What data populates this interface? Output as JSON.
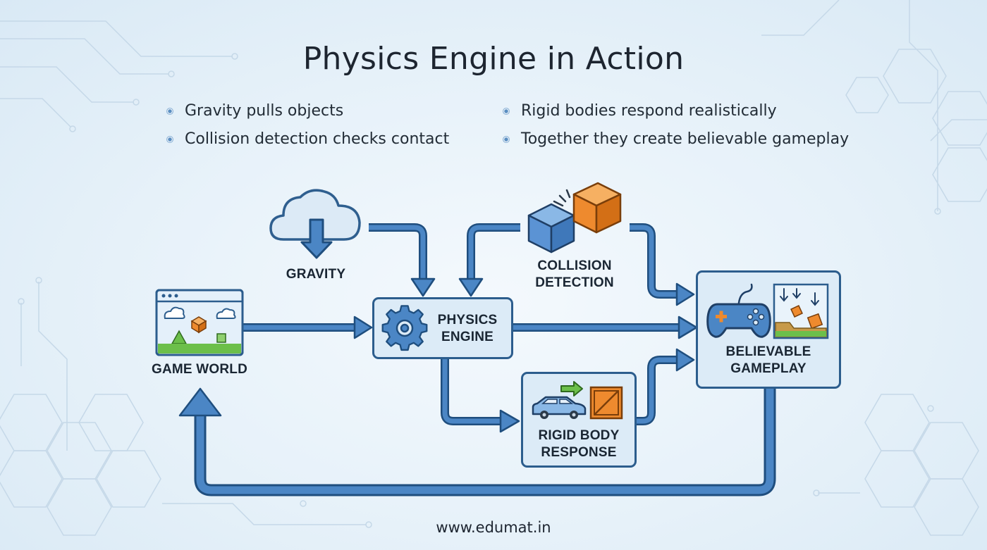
{
  "title": "Physics Engine in Action",
  "bullets": [
    "Gravity pulls objects",
    "Collision detection checks contact",
    "Rigid bodies respond realistically",
    "Together they create believable gameplay"
  ],
  "nodes": {
    "gravity": "GRAVITY",
    "collision_line1": "COLLISION",
    "collision_line2": "DETECTION",
    "game_world": "GAME WORLD",
    "physics_line1": "PHYSICS",
    "physics_line2": "ENGINE",
    "rigid_line1": "RIGID BODY",
    "rigid_line2": "RESPONSE",
    "gameplay_line1": "BELIEVABLE",
    "gameplay_line2": "GAMEPLAY"
  },
  "footer": "www.edumat.in",
  "colors": {
    "arrow": "#4b86c5",
    "arrow_outline": "#1f4e7e",
    "box_border": "#2c5d8d",
    "box_fill": "#dcebf7",
    "cube_blue": "#5b93d4",
    "cube_orange": "#ee8a2e",
    "ground_green": "#6cbf4a"
  }
}
